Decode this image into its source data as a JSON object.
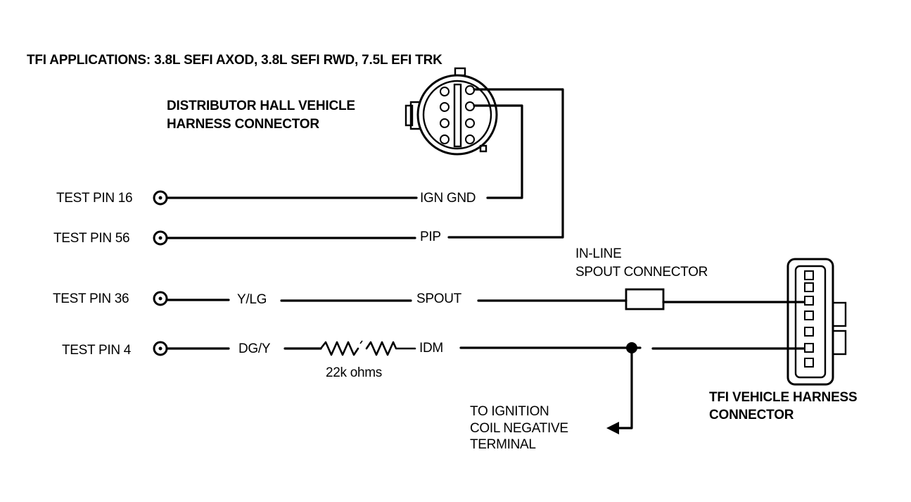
{
  "title": "TFI APPLICATIONS: 3.8L SEFI AXOD, 3.8L SEFI RWD, 7.5L EFI TRK",
  "distributor_connector": {
    "label_line1": "DISTRIBUTOR HALL VEHICLE",
    "label_line2": "HARNESS CONNECTOR"
  },
  "test_pins": [
    {
      "label": "TEST PIN 16"
    },
    {
      "label": "TEST PIN 56"
    },
    {
      "label": "TEST PIN 36"
    },
    {
      "label": "TEST PIN 4"
    }
  ],
  "wires": {
    "ign_gnd": "IGN GND",
    "pip": "PIP",
    "ylg": "Y/LG",
    "spout": "SPOUT",
    "dgy": "DG/Y",
    "idm": "IDM"
  },
  "resistor": {
    "label": "22k ohms"
  },
  "inline_connector": {
    "label_line1": "IN-LINE",
    "label_line2": "SPOUT CONNECTOR"
  },
  "ignition_coil": {
    "label_line1": "TO IGNITION",
    "label_line2": "COIL NEGATIVE",
    "label_line3": "TERMINAL"
  },
  "tfi_connector": {
    "label_line1": "TFI VEHICLE HARNESS",
    "label_line2": "CONNECTOR"
  }
}
